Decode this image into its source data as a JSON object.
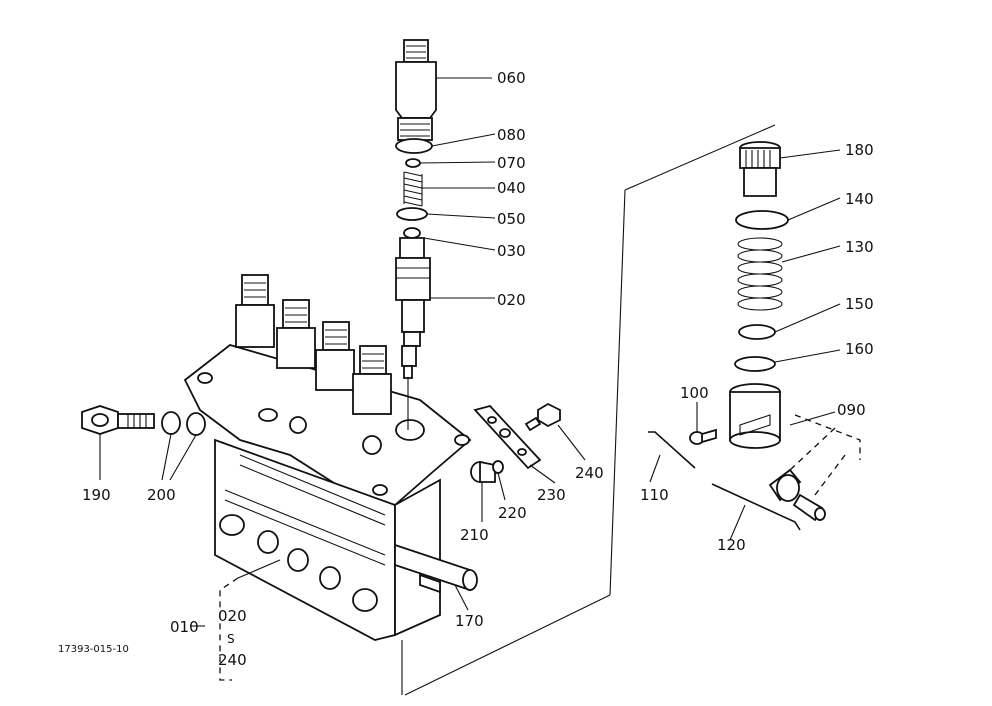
{
  "drawing_id": "17393-015-10",
  "labels": {
    "p060": "060",
    "p080": "080",
    "p070": "070",
    "p040": "040",
    "p050": "050",
    "p030": "030",
    "p020": "020",
    "p180": "180",
    "p140": "140",
    "p130": "130",
    "p150": "150",
    "p160": "160",
    "p090": "090",
    "p100": "100",
    "p110": "110",
    "p120": "120",
    "p190": "190",
    "p200": "200",
    "p210": "210",
    "p220": "220",
    "p230": "230",
    "p240": "240",
    "p170": "170",
    "p010": "010",
    "range_from": "020",
    "range_sep": "S",
    "range_to": "240"
  }
}
